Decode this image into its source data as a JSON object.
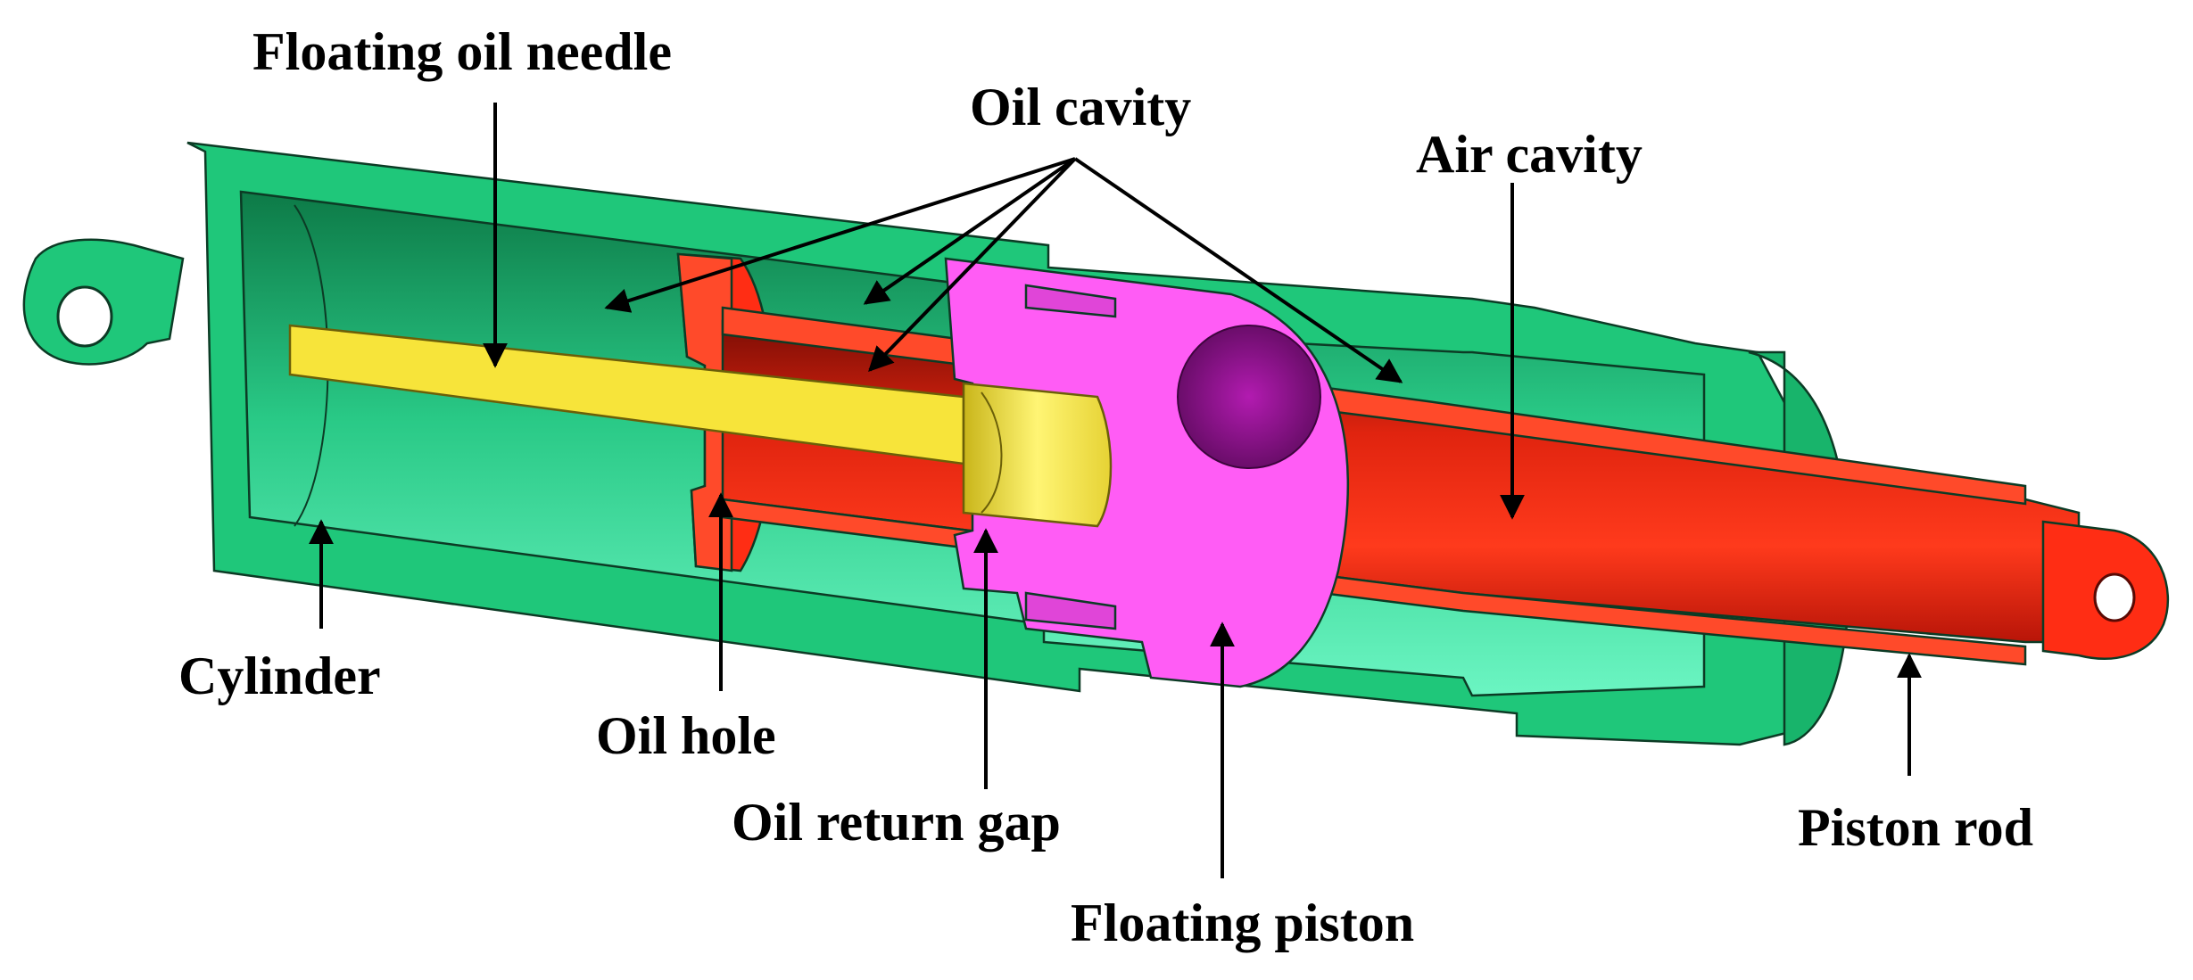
{
  "labels": {
    "floating_oil_needle": "Floating oil needle",
    "oil_cavity": "Oil cavity",
    "air_cavity": "Air cavity",
    "cylinder": "Cylinder",
    "oil_hole": "Oil hole",
    "oil_return_gap": "Oil return gap",
    "floating_piston": "Floating piston",
    "piston_rod": "Piston rod"
  },
  "colors": {
    "cylinder": "#1fc77a",
    "cylinder_light": "#4ef0b0",
    "piston_rod": "#f0371e",
    "floating_piston": "#ff5cf5",
    "needle": "#f7e43a",
    "arrow": "#000000"
  }
}
